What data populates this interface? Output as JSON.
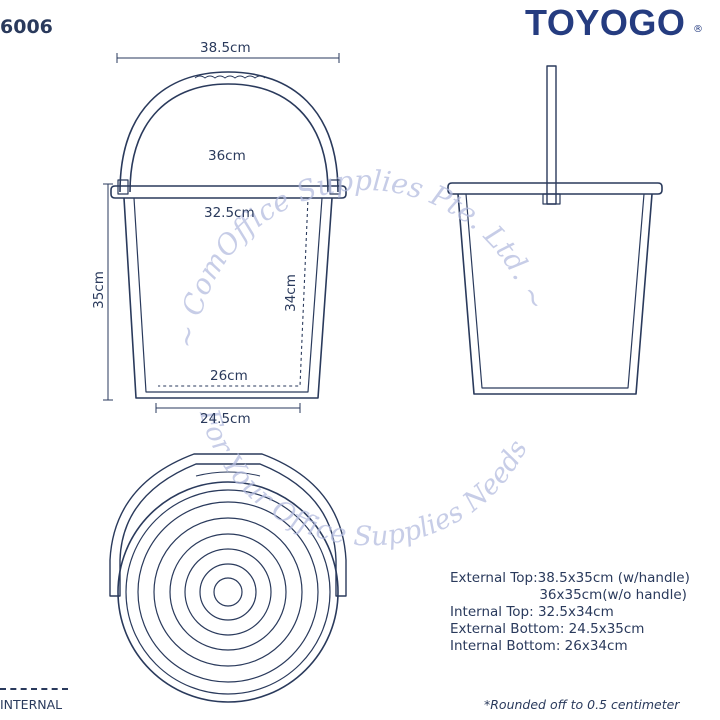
{
  "header": {
    "model": "6006",
    "brand": "TOYOGO",
    "brand_mark": "®"
  },
  "front_view": {
    "handle_width": "38.5cm",
    "external_top": "36cm",
    "internal_top": "32.5cm",
    "external_height": "35cm",
    "internal_height": "34cm",
    "internal_bottom": "26cm",
    "external_bottom": "24.5cm"
  },
  "specs": [
    "External Top:38.5x35cm (w/handle)",
    "        36x35cm(w/o handle)",
    "Internal Top: 32.5x34cm",
    "",
    "External Bottom: 24.5x35cm",
    "Internal Bottom: 26x34cm"
  ],
  "footnote": "*Rounded off to 0.5 centimeter",
  "legend": {
    "label": "INTERNAL"
  },
  "watermark": {
    "line1": "~ ComOffice Supplies Pte. Ltd. ~",
    "line2": "For Your Office Supplies Needs"
  },
  "colors": {
    "ink": "#2a3a5c",
    "brand": "#253c80",
    "watermark": "#b5bde0"
  }
}
